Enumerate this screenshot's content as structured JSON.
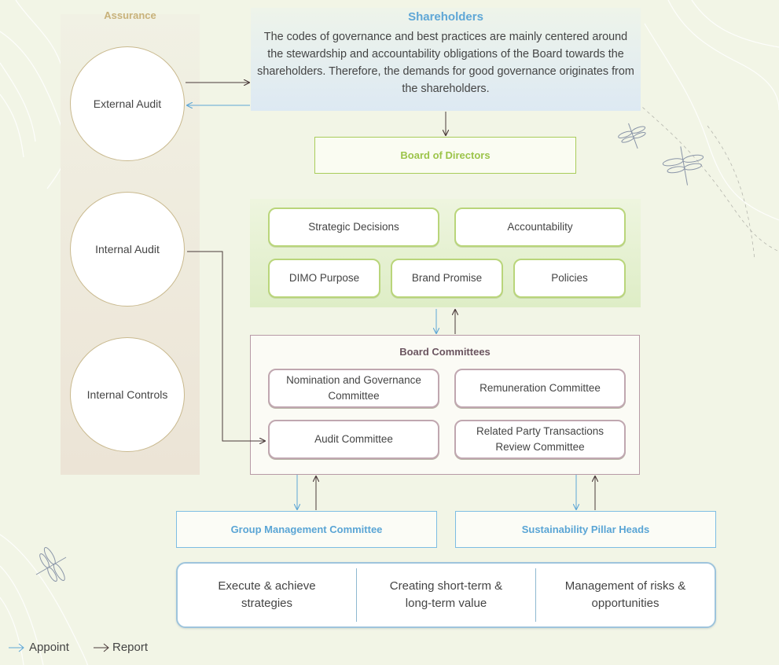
{
  "assurance": {
    "title": "Assurance",
    "items": [
      "External Audit",
      "Internal Audit",
      "Internal Controls"
    ]
  },
  "shareholders": {
    "title": "Shareholders",
    "text": "The codes of governance and best practices are mainly centered around the stewardship and accountability obligations of the Board towards the shareholders. Therefore, the demands for good governance originates from the shareholders."
  },
  "board_of_directors": "Board of Directors",
  "board_functions": [
    "Strategic Decisions",
    "Accountability",
    "DIMO Purpose",
    "Brand Promise",
    "Policies"
  ],
  "board_committees": {
    "title": "Board Committees",
    "items": [
      "Nomination and Governance Committee",
      "Remuneration Committee",
      "Audit Committee",
      "Related Party Transactions Review Committee"
    ]
  },
  "management": {
    "group": "Group Management Committee",
    "pillars": "Sustainability Pillar Heads"
  },
  "outcomes": [
    "Execute & achieve strategies",
    "Creating short-term & long-term value",
    "Management of risks & opportunities"
  ],
  "legend": {
    "appoint": "Appoint",
    "report": "Report",
    "appoint_color": "#5fa7d6",
    "report_color": "#4a3a3a"
  },
  "colors": {
    "appoint": "#5fa7d6",
    "report": "#4a3a3a",
    "board_green": "#9cc44a",
    "committee_mauve": "#b79aa6"
  }
}
